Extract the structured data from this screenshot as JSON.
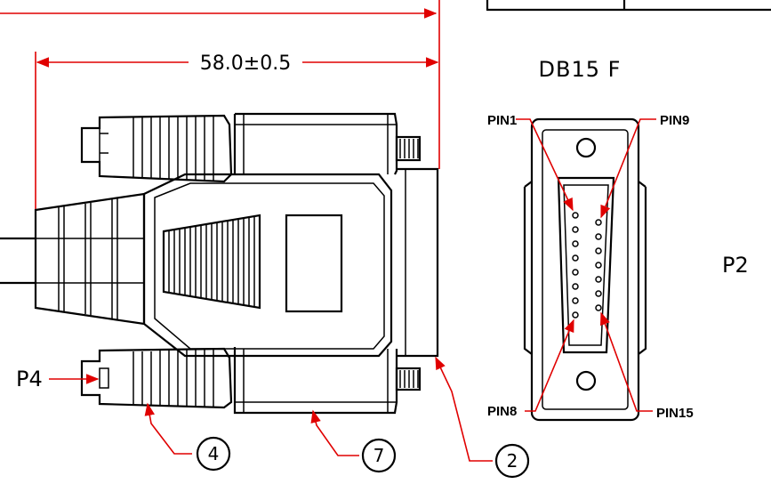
{
  "drawing": {
    "dimension_label": "58.0±0.5",
    "connector_title": "DB15 F",
    "pin_labels": {
      "pin1": "PIN1",
      "pin9": "PIN9",
      "pin8": "PIN8",
      "pin15": "PIN15"
    },
    "part_labels": {
      "p2": "P2",
      "p4": "P4"
    },
    "balloons": [
      "4",
      "7",
      "2"
    ],
    "colors": {
      "leader": "#e00000",
      "outline": "#000000"
    }
  }
}
